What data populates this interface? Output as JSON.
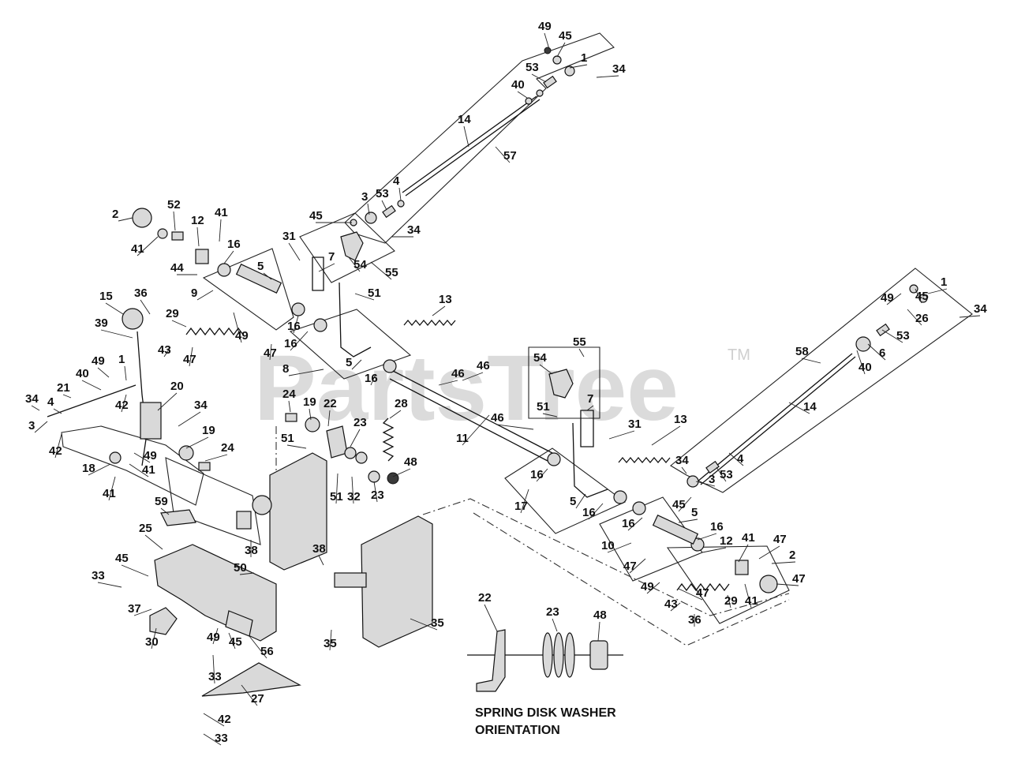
{
  "watermark": {
    "brand": "PartsTree",
    "mark": "TM"
  },
  "note": {
    "line1": "SPRING DISK WASHER",
    "line2": "ORIENTATION"
  },
  "callouts": [
    {
      "label": "49"
    },
    {
      "label": "45"
    },
    {
      "label": "1"
    },
    {
      "label": "34"
    },
    {
      "label": "53"
    },
    {
      "label": "40"
    },
    {
      "label": "14"
    },
    {
      "label": "57"
    },
    {
      "label": "4"
    },
    {
      "label": "3"
    },
    {
      "label": "53"
    },
    {
      "label": "34"
    },
    {
      "label": "45"
    },
    {
      "label": "31"
    },
    {
      "label": "7"
    },
    {
      "label": "54"
    },
    {
      "label": "55"
    },
    {
      "label": "2"
    },
    {
      "label": "52"
    },
    {
      "label": "12"
    },
    {
      "label": "41"
    },
    {
      "label": "44"
    },
    {
      "label": "41"
    },
    {
      "label": "16"
    },
    {
      "label": "5"
    },
    {
      "label": "9"
    },
    {
      "label": "51"
    },
    {
      "label": "13"
    },
    {
      "label": "15"
    },
    {
      "label": "36"
    },
    {
      "label": "29"
    },
    {
      "label": "39"
    },
    {
      "label": "43"
    },
    {
      "label": "47"
    },
    {
      "label": "49"
    },
    {
      "label": "16"
    },
    {
      "label": "47"
    },
    {
      "label": "16"
    },
    {
      "label": "5"
    },
    {
      "label": "8"
    },
    {
      "label": "16"
    },
    {
      "label": "49"
    },
    {
      "label": "1"
    },
    {
      "label": "40"
    },
    {
      "label": "21"
    },
    {
      "label": "34"
    },
    {
      "label": "4"
    },
    {
      "label": "42"
    },
    {
      "label": "20"
    },
    {
      "label": "3"
    },
    {
      "label": "34"
    },
    {
      "label": "42"
    },
    {
      "label": "19"
    },
    {
      "label": "49"
    },
    {
      "label": "24"
    },
    {
      "label": "18"
    },
    {
      "label": "41"
    },
    {
      "label": "41"
    },
    {
      "label": "24"
    },
    {
      "label": "19"
    },
    {
      "label": "22"
    },
    {
      "label": "23"
    },
    {
      "label": "28"
    },
    {
      "label": "51"
    },
    {
      "label": "48"
    },
    {
      "label": "51"
    },
    {
      "label": "32"
    },
    {
      "label": "23"
    },
    {
      "label": "46"
    },
    {
      "label": "46"
    },
    {
      "label": "46"
    },
    {
      "label": "11"
    },
    {
      "label": "59"
    },
    {
      "label": "25"
    },
    {
      "label": "38"
    },
    {
      "label": "45"
    },
    {
      "label": "33"
    },
    {
      "label": "50"
    },
    {
      "label": "38"
    },
    {
      "label": "37"
    },
    {
      "label": "30"
    },
    {
      "label": "49"
    },
    {
      "label": "45"
    },
    {
      "label": "56"
    },
    {
      "label": "33"
    },
    {
      "label": "35"
    },
    {
      "label": "35"
    },
    {
      "label": "27"
    },
    {
      "label": "42"
    },
    {
      "label": "33"
    },
    {
      "label": "22"
    },
    {
      "label": "23"
    },
    {
      "label": "48"
    },
    {
      "label": "55"
    },
    {
      "label": "54"
    },
    {
      "label": "7"
    },
    {
      "label": "51"
    },
    {
      "label": "31"
    },
    {
      "label": "13"
    },
    {
      "label": "16"
    },
    {
      "label": "17"
    },
    {
      "label": "5"
    },
    {
      "label": "16"
    },
    {
      "label": "34"
    },
    {
      "label": "3"
    },
    {
      "label": "53"
    },
    {
      "label": "4"
    },
    {
      "label": "45"
    },
    {
      "label": "5"
    },
    {
      "label": "16"
    },
    {
      "label": "16"
    },
    {
      "label": "10"
    },
    {
      "label": "47"
    },
    {
      "label": "49"
    },
    {
      "label": "12"
    },
    {
      "label": "41"
    },
    {
      "label": "47"
    },
    {
      "label": "2"
    },
    {
      "label": "47"
    },
    {
      "label": "29"
    },
    {
      "label": "47"
    },
    {
      "label": "41"
    },
    {
      "label": "43"
    },
    {
      "label": "36"
    },
    {
      "label": "58"
    },
    {
      "label": "14"
    },
    {
      "label": "40"
    },
    {
      "label": "6"
    },
    {
      "label": "53"
    },
    {
      "label": "26"
    },
    {
      "label": "49"
    },
    {
      "label": "45"
    },
    {
      "label": "1"
    },
    {
      "label": "34"
    }
  ]
}
